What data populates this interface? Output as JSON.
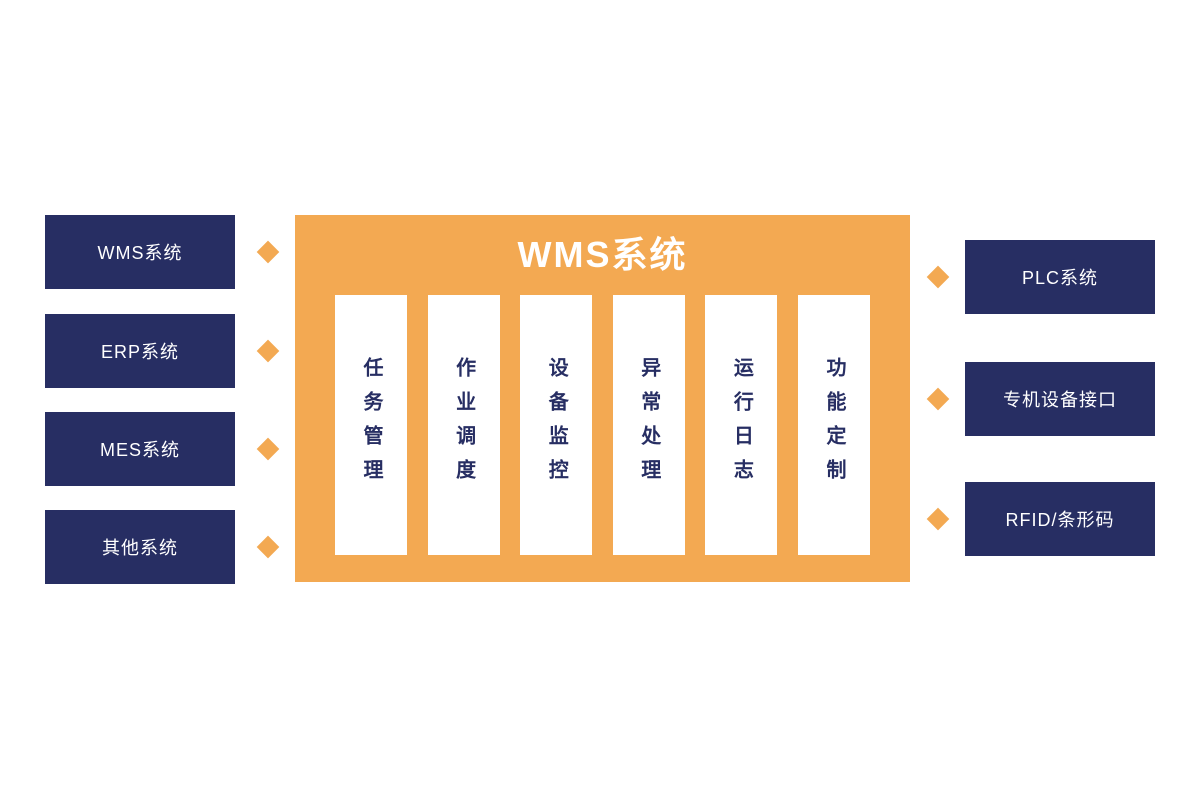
{
  "colors": {
    "navy": "#272e63",
    "orange": "#f3a952",
    "white": "#ffffff"
  },
  "left_boxes": [
    {
      "label": "WMS系统"
    },
    {
      "label": "ERP系统"
    },
    {
      "label": "MES系统"
    },
    {
      "label": "其他系统"
    }
  ],
  "center": {
    "title": "WMS系统",
    "modules": [
      {
        "label": "任务管理"
      },
      {
        "label": "作业调度"
      },
      {
        "label": "设备监控"
      },
      {
        "label": "异常处理"
      },
      {
        "label": "运行日志"
      },
      {
        "label": "功能定制"
      }
    ]
  },
  "right_boxes": [
    {
      "label": "PLC系统"
    },
    {
      "label": "专机设备接口"
    },
    {
      "label": "RFID/条形码"
    }
  ]
}
